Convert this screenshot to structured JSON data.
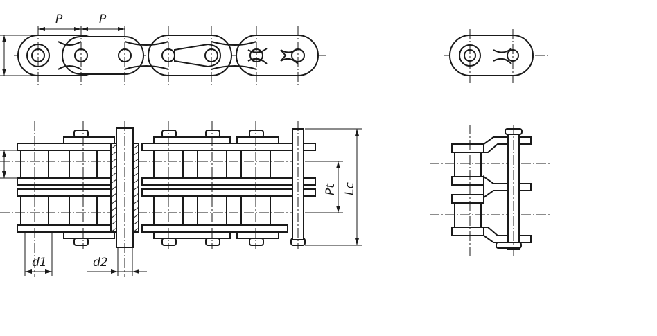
{
  "drawing": {
    "labels": {
      "pitch_1": "P",
      "pitch_2": "P",
      "transverse_pitch": "Pt",
      "overall_length": "Lc",
      "roller_diameter": "d1",
      "pin_diameter": "d2"
    },
    "colors": {
      "line": "#1a1a1a",
      "background": "#ffffff"
    },
    "views": [
      "side-view",
      "end-view-small",
      "top-section-view",
      "end-view-large"
    ]
  }
}
